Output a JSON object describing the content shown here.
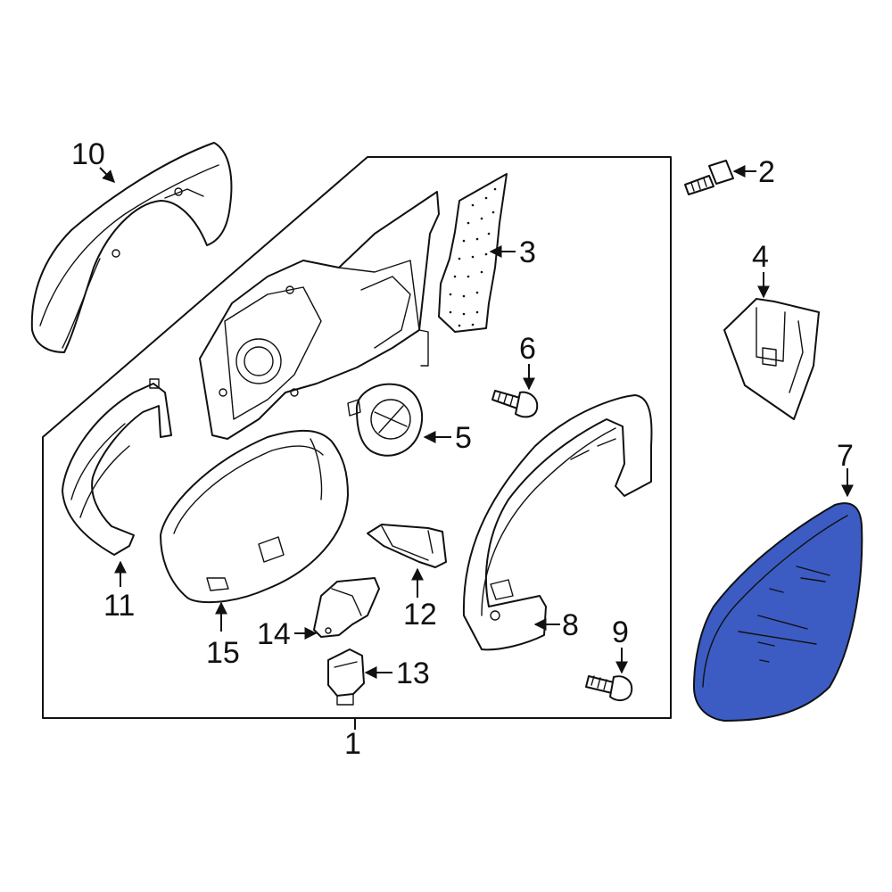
{
  "diagram": {
    "callouts": {
      "c1": "1",
      "c2": "2",
      "c3": "3",
      "c4": "4",
      "c5": "5",
      "c6": "6",
      "c7": "7",
      "c8": "8",
      "c9": "9",
      "c10": "10",
      "c11": "11",
      "c12": "12",
      "c13": "13",
      "c14": "14",
      "c15": "15"
    },
    "colors": {
      "highlight": "#3c5cc4",
      "outline": "#111111",
      "background": "#ffffff"
    }
  }
}
